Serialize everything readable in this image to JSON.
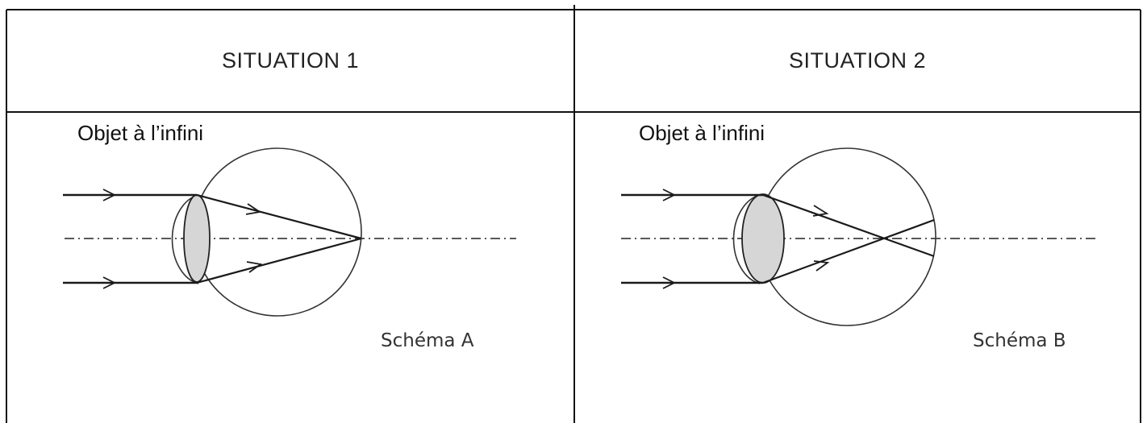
{
  "table": {
    "columns": [
      {
        "header": "SITUATION 1",
        "object_label": "Objet à l’infini",
        "schema_label": "Schéma A"
      },
      {
        "header": "SITUATION 2",
        "object_label": "Objet à l’infini",
        "schema_label": "Schéma B"
      }
    ]
  },
  "colors": {
    "border": "#111111",
    "ray": "#1a1a1a",
    "lens_fill": "#d6d6d6",
    "eye_outline": "#333333"
  }
}
